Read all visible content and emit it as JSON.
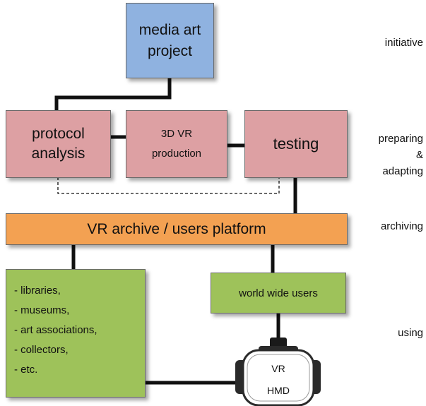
{
  "nodes": {
    "media_art": "media art\nproject",
    "protocol": "protocol\nanalysis",
    "vr_production": "3D VR\nproduction",
    "testing": "testing",
    "archive": "VR archive / users platform",
    "institutions": [
      "- libraries,",
      "- museums,",
      "- art associations,",
      "- collectors,",
      "- etc."
    ],
    "world_users": "world wide users",
    "hmd_top": "VR",
    "hmd_bottom": "HMD"
  },
  "stages": {
    "initiative": "initiative",
    "preparing": "preparing",
    "amp": "&",
    "adapting": "adapting",
    "archiving": "archiving",
    "using": "using"
  },
  "colors": {
    "initiative_box": "#8fb2e0",
    "preparing_box": "#dda0a3",
    "archiving_box": "#f3a152",
    "using_box": "#9ec25a"
  }
}
